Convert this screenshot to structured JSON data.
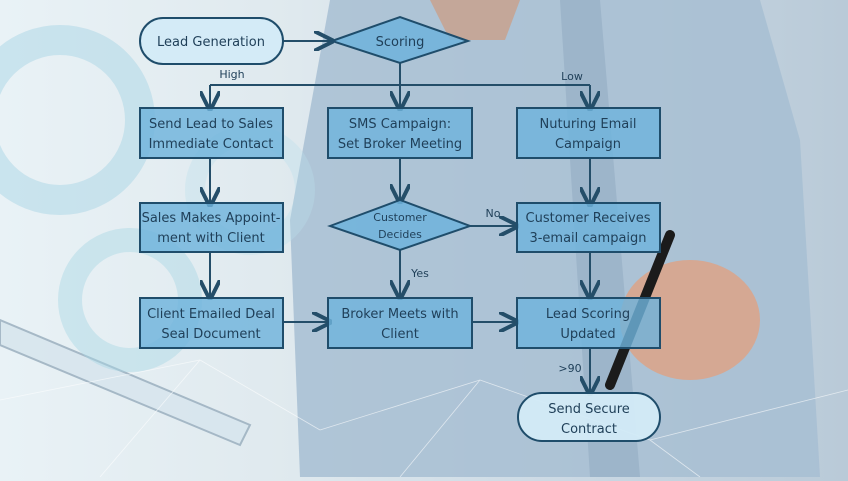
{
  "colors": {
    "box_fill": "#6fb3dc",
    "box_stroke": "#1f4d6b",
    "pill_fill": "#d3ebf7",
    "text": "#1f3f58",
    "shirt": "#9fb7cc"
  },
  "nodes": {
    "lead_generation": "Lead Generation",
    "scoring": "Scoring",
    "send_lead": [
      "Send Lead to Sales",
      "Immediate Contact"
    ],
    "sms_campaign": [
      "SMS Campaign:",
      "Set Broker Meeting"
    ],
    "nurturing_email": [
      "Nuturing Email",
      "Campaign"
    ],
    "sales_appointment": [
      "Sales Makes Appoint-",
      "ment with Client"
    ],
    "customer_decides": [
      "Customer",
      "Decides"
    ],
    "customer_receives": [
      "Customer Receives",
      "3-email campaign"
    ],
    "client_emailed": [
      "Client Emailed Deal",
      "Seal Document"
    ],
    "broker_meets": [
      "Broker Meets with",
      "Client"
    ],
    "lead_scoring_updated": [
      "Lead Scoring",
      "Updated"
    ],
    "send_secure_contract": [
      "Send Secure",
      "Contract"
    ]
  },
  "labels": {
    "high": "High",
    "low": "Low",
    "no": "No",
    "yes": "Yes",
    "gt90": ">90"
  }
}
